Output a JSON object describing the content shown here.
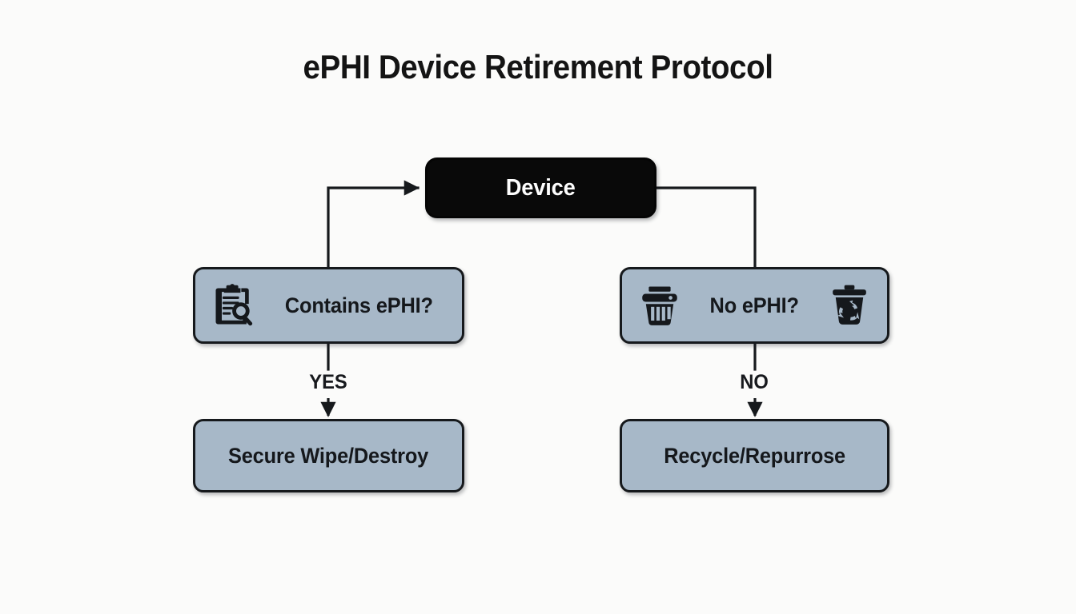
{
  "diagram": {
    "title": "ePHI Device Retirement Protocol",
    "type": "flowchart",
    "colors": {
      "background": "#fbfbfa",
      "root_node_fill": "#090909",
      "root_node_text": "#fdfdfd",
      "node_fill": "#a7b8c8",
      "node_border": "#16191c",
      "node_text": "#15181c",
      "connector": "#16191c"
    },
    "nodes": [
      {
        "id": "device",
        "label": "Device",
        "style": "root",
        "icons": []
      },
      {
        "id": "contains-ephi",
        "label": "Contains ePHI?",
        "style": "decision",
        "icons": [
          "clipboard-search-icon"
        ]
      },
      {
        "id": "no-ephi",
        "label": "No ePHI?",
        "style": "decision",
        "icons": [
          "trash-can-icon",
          "recycle-bin-icon"
        ]
      },
      {
        "id": "secure-wipe",
        "label": "Secure Wipe/Destroy",
        "style": "outcome",
        "icons": []
      },
      {
        "id": "recycle",
        "label": "Recycle/Repurrose",
        "style": "outcome",
        "icons": []
      }
    ],
    "edges": [
      {
        "id": "contains-to-device",
        "from": "contains-ephi",
        "to": "device",
        "label": "",
        "arrowhead": true
      },
      {
        "id": "device-to-no-ephi",
        "from": "device",
        "to": "no-ephi",
        "label": "",
        "arrowhead": false
      },
      {
        "id": "contains-to-secure-wipe",
        "from": "contains-ephi",
        "to": "secure-wipe",
        "label": "YES",
        "arrowhead": true
      },
      {
        "id": "no-ephi-to-recycle",
        "from": "no-ephi",
        "to": "recycle",
        "label": "NO",
        "arrowhead": true
      }
    ],
    "branch_labels": {
      "yes": "YES",
      "no": "NO"
    }
  }
}
